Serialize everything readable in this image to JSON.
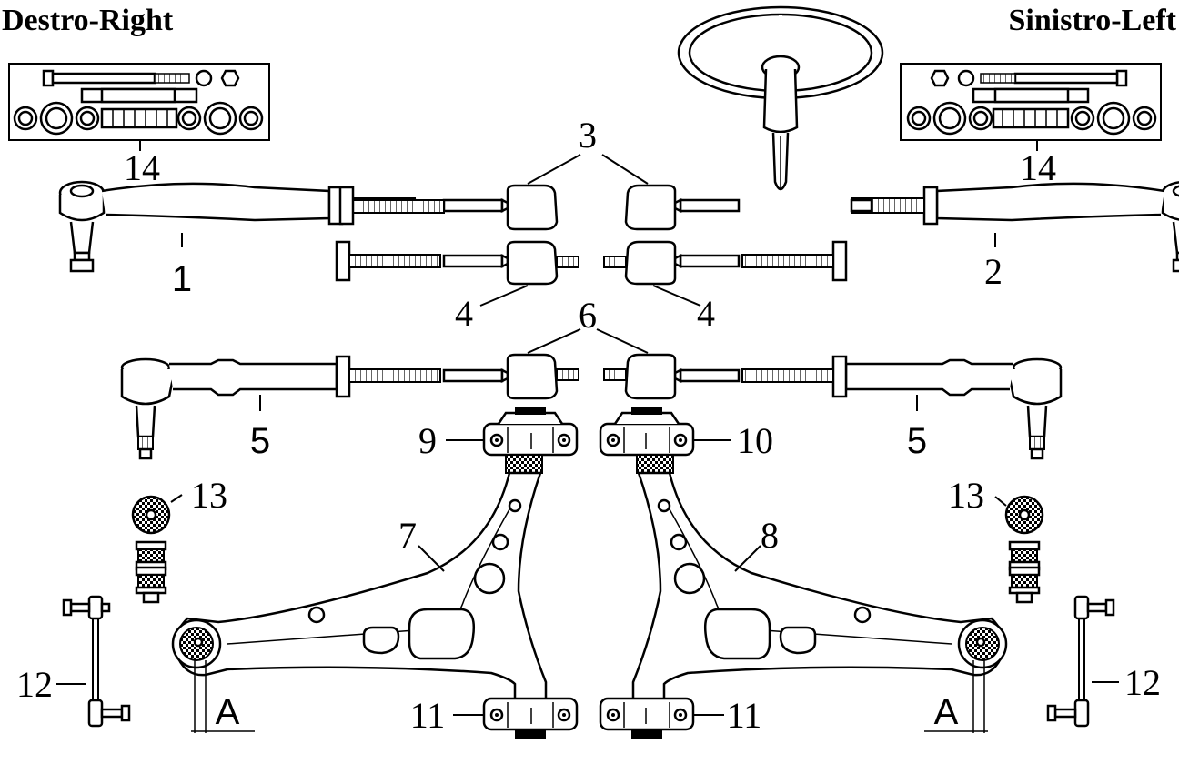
{
  "headers": {
    "right": "Destro-Right",
    "left": "Sinistro-Left"
  },
  "callouts": {
    "kit_right": "14",
    "kit_left": "14",
    "tie_rod_end_right": "1",
    "tie_rod_end_left": "2",
    "inner_ball_joint": "3",
    "inner_ball_joint_left": "4",
    "inner_ball_joint_right": "4",
    "axial_joint": "6",
    "tie_rod_right": "5",
    "tie_rod_left": "5",
    "bushing_front_right": "9",
    "bushing_front_left": "10",
    "bushing_rear_right": "11",
    "bushing_rear_left": "11",
    "control_arm_right": "7",
    "control_arm_left": "8",
    "stabilizer_bushing_right": "13",
    "stabilizer_bushing_left": "13",
    "stabilizer_link_right": "12",
    "stabilizer_link_left": "12",
    "dimension_right": "A",
    "dimension_left": "A"
  }
}
